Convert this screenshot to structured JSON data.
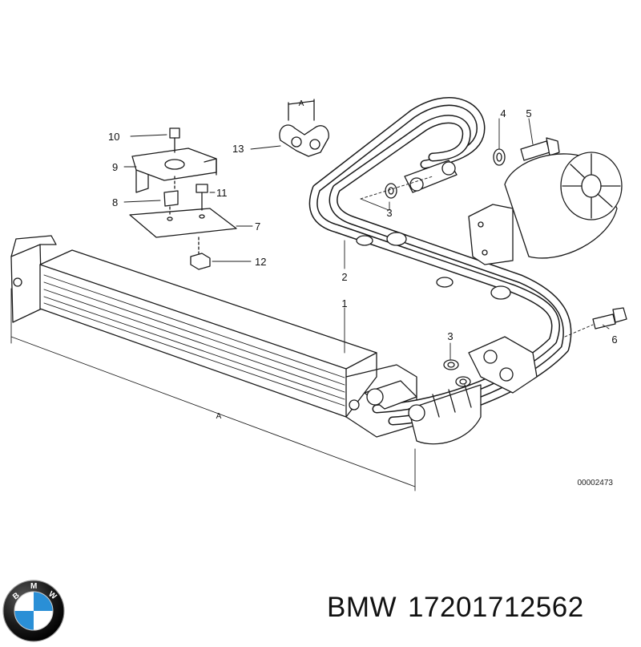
{
  "diagram": {
    "callouts": [
      "1",
      "2",
      "3",
      "3",
      "4",
      "5",
      "6",
      "7",
      "8",
      "9",
      "10",
      "11",
      "12",
      "13"
    ],
    "dimension_label": "A",
    "reference_number": "00002473"
  },
  "caption": {
    "brand": "BMW",
    "part_number": "17201712562"
  },
  "logo": {
    "icon": "bmw-roundel-icon",
    "letters": "BMW",
    "colors": {
      "blue": "#2a8fd6",
      "white": "#ffffff",
      "black": "#111111"
    }
  }
}
